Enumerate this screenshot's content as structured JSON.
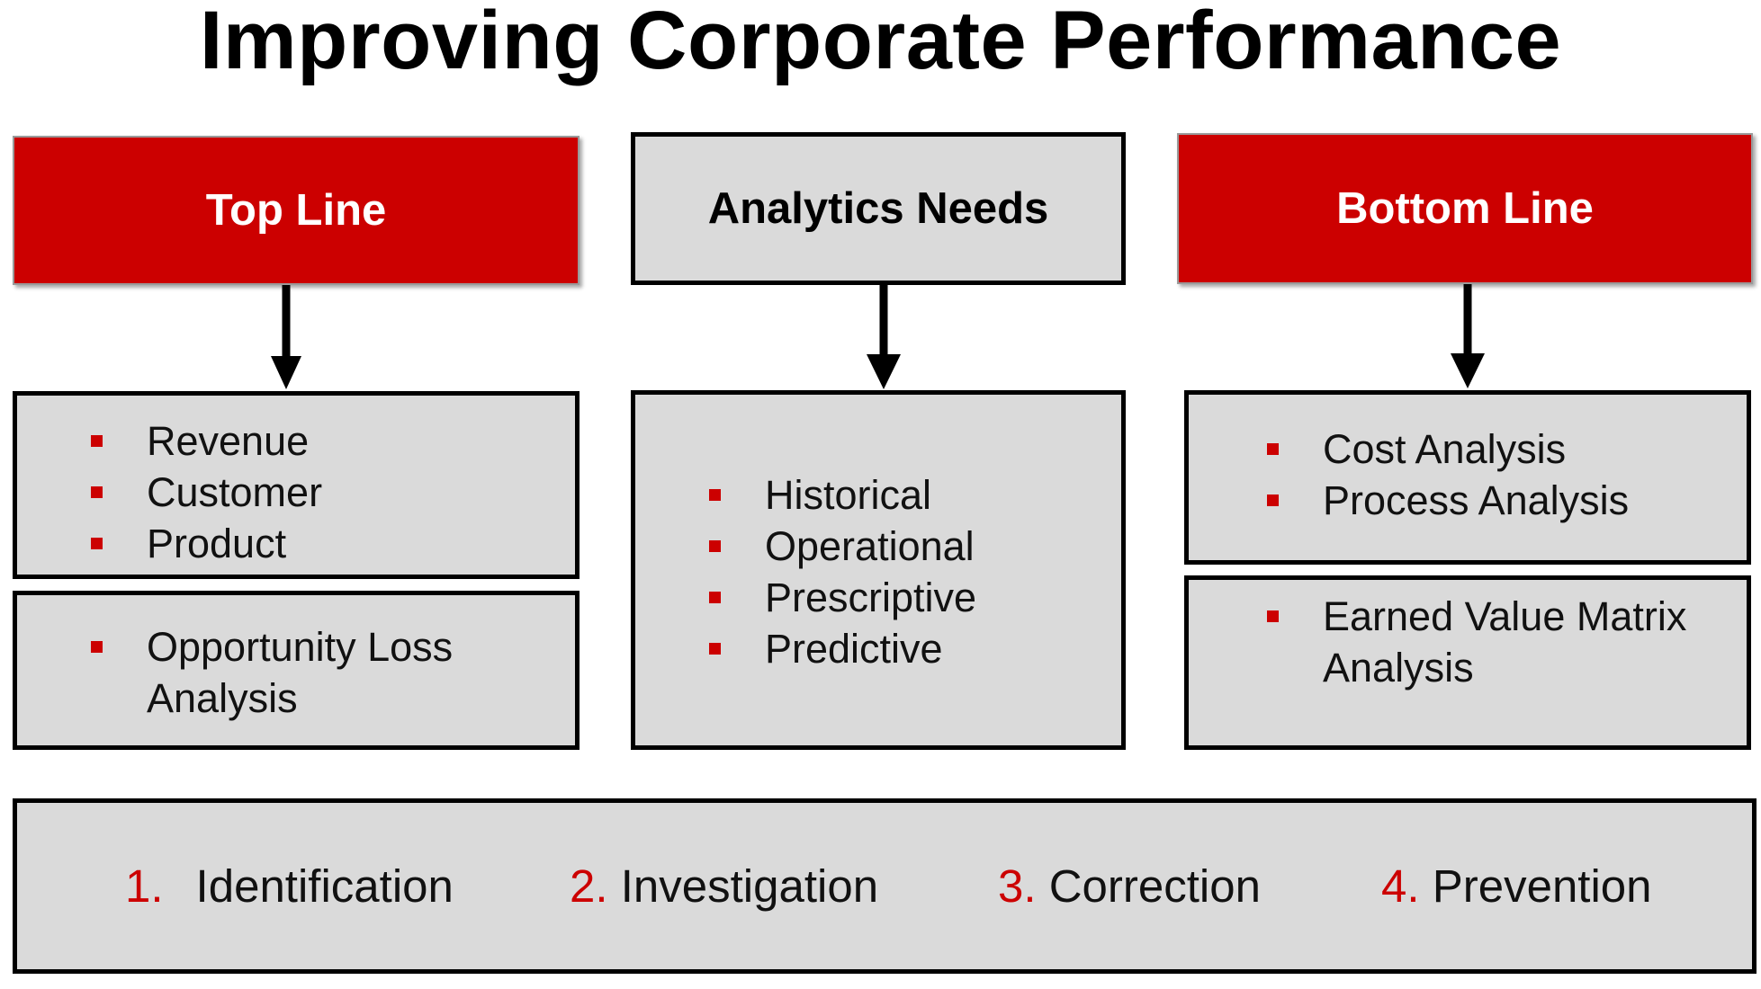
{
  "title": "Improving Corporate Performance",
  "colors": {
    "accent_red": "#cc0000",
    "box_gray": "#dadada",
    "border": "#000000"
  },
  "columns": [
    {
      "header": "Top Line",
      "header_style": "red",
      "boxes": [
        {
          "items": [
            "Revenue",
            "Customer",
            "Product"
          ]
        },
        {
          "items": [
            "Opportunity Loss\nAnalysis"
          ]
        }
      ]
    },
    {
      "header": "Analytics Needs",
      "header_style": "gray",
      "boxes": [
        {
          "items": [
            "Historical",
            "Operational",
            "Prescriptive",
            "Predictive"
          ]
        }
      ]
    },
    {
      "header": "Bottom Line",
      "header_style": "red",
      "boxes": [
        {
          "items": [
            "Cost Analysis",
            "Process Analysis"
          ]
        },
        {
          "items": [
            "Earned Value Matrix\nAnalysis"
          ]
        }
      ]
    }
  ],
  "steps": [
    {
      "num": "1.",
      "label": "Identification"
    },
    {
      "num": "2.",
      "label": "Investigation"
    },
    {
      "num": "3.",
      "label": "Correction"
    },
    {
      "num": "4.",
      "label": "Prevention"
    }
  ]
}
